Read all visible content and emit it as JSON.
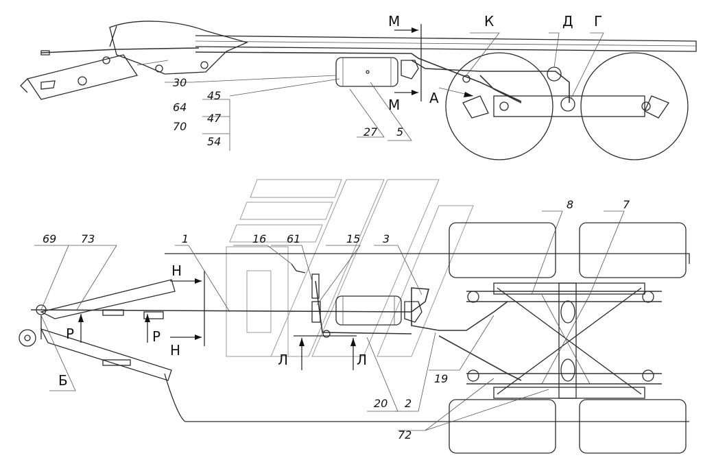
{
  "top_view_labels": {
    "section_m_top": "М",
    "section_m_bottom": "М",
    "k": "К",
    "d": "Д",
    "g": "Г",
    "a": "А",
    "p30": "30",
    "p45": "45",
    "p64": "64",
    "p47": "47",
    "p70": "70",
    "p54": "54",
    "p27": "27",
    "p5": "5"
  },
  "plan_view_labels": {
    "p69": "69",
    "p73": "73",
    "p1": "1",
    "p16": "16",
    "p61": "61",
    "p15": "15",
    "p3": "3",
    "p8": "8",
    "p7": "7",
    "section_h_top": "Н",
    "section_h_bottom": "Н",
    "section_r_left": "Р",
    "section_r_right": "Р",
    "section_l_left": "Л",
    "section_l_right": "Л",
    "b": "Б",
    "p19": "19",
    "p20": "20",
    "p2": "2",
    "p72": "72"
  }
}
